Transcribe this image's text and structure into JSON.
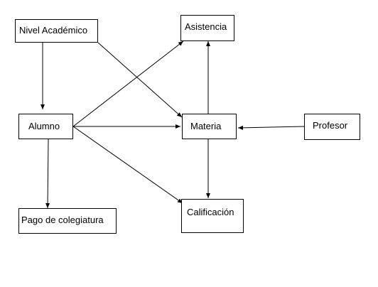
{
  "nodes": {
    "nivel_academico": "Nivel Académico",
    "asistencia": "Asistencia",
    "alumno": "Alumno",
    "materia": "Materia",
    "profesor": "Profesor",
    "pago_colegiatura": "Pago de colegiatura",
    "calificacion": "Calificación"
  },
  "edges": [
    {
      "from": "nivel_academico",
      "to": "alumno"
    },
    {
      "from": "nivel_academico",
      "to": "materia"
    },
    {
      "from": "alumno",
      "to": "asistencia"
    },
    {
      "from": "alumno",
      "to": "materia"
    },
    {
      "from": "alumno",
      "to": "calificacion"
    },
    {
      "from": "alumno",
      "to": "pago_colegiatura"
    },
    {
      "from": "materia",
      "to": "asistencia"
    },
    {
      "from": "materia",
      "to": "calificacion"
    },
    {
      "from": "profesor",
      "to": "materia"
    }
  ],
  "colors": {
    "line": "#000000",
    "box_border": "#000000",
    "background": "#ffffff"
  }
}
